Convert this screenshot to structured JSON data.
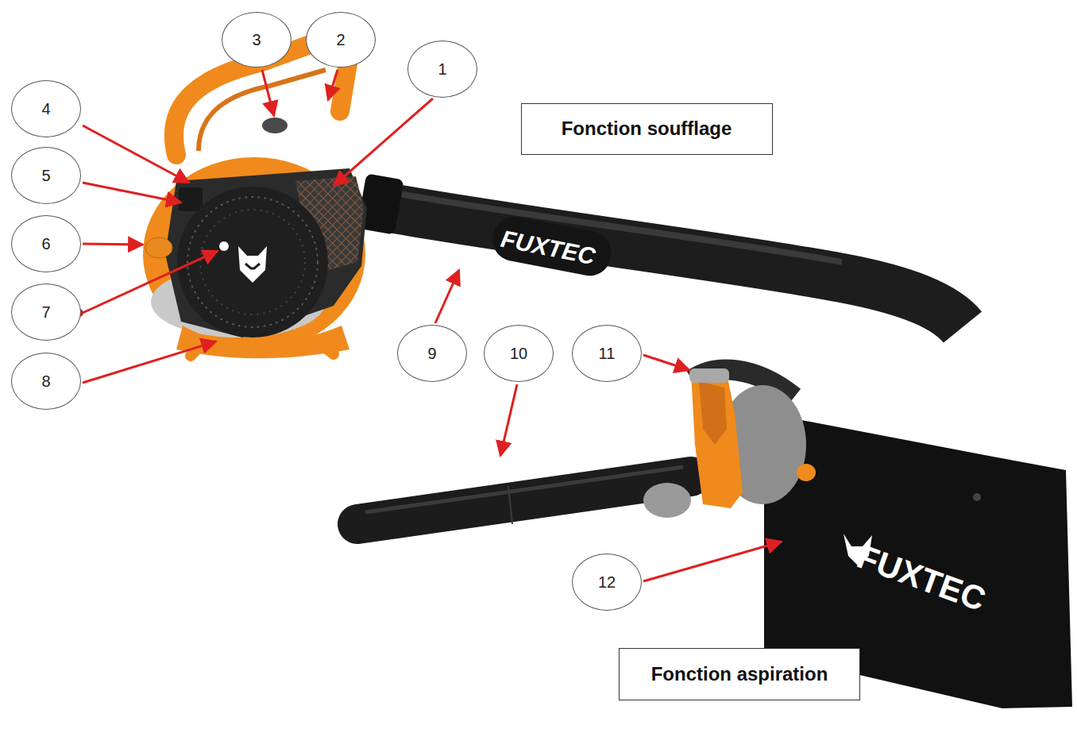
{
  "diagram": {
    "nodes": [
      {
        "text": [
          "3"
        ]
      },
      {
        "text": [
          "2"
        ]
      },
      {
        "text": [
          "1"
        ]
      },
      {
        "text": [
          "4"
        ]
      },
      {
        "text": [
          "Fonction soufflage"
        ]
      },
      {
        "text": [
          "5"
        ]
      },
      {
        "text": [
          "6"
        ]
      },
      {
        "text": [
          "7"
        ]
      },
      {
        "text": [
          "8"
        ]
      },
      {
        "text": [
          "9"
        ]
      },
      {
        "text": [
          "10"
        ]
      },
      {
        "text": [
          "11"
        ]
      },
      {
        "text": [
          "12"
        ]
      },
      {
        "text": [
          "Fonction aspiration"
        ]
      }
    ],
    "labels": [
      "FUXTEC",
      "FUXTEC"
    ]
  }
}
